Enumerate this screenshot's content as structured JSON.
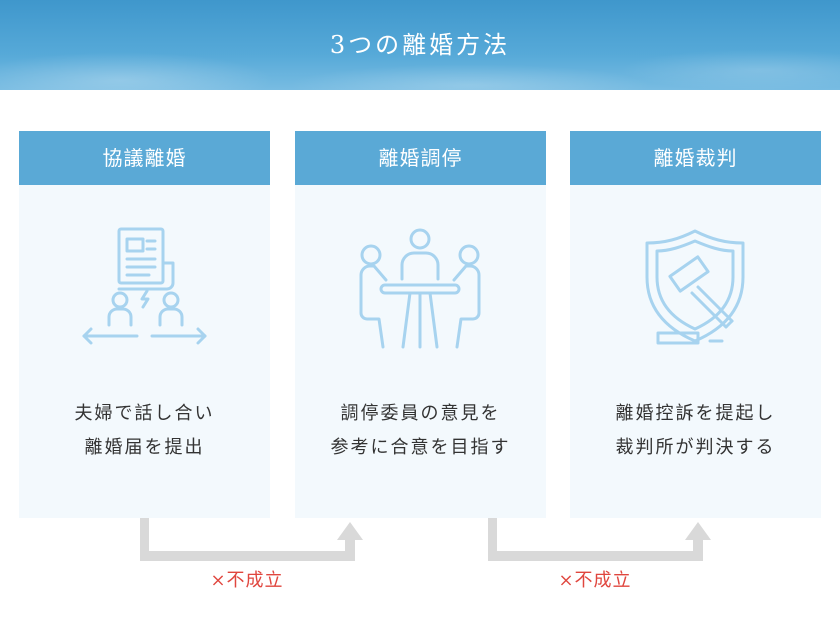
{
  "header": {
    "title": "3つの離婚方法"
  },
  "methods": [
    {
      "title": "協議離婚",
      "icon": "document-and-two-people-icon",
      "desc_line1": "夫婦で話し合い",
      "desc_line2": "離婚届を提出"
    },
    {
      "title": "離婚調停",
      "icon": "people-meeting-at-table-icon",
      "desc_line1": "調停委員の意見を",
      "desc_line2": "参考に合意を目指す"
    },
    {
      "title": "離婚裁判",
      "icon": "gavel-on-shield-icon",
      "desc_line1": "離婚控訴を提起し",
      "desc_line2": "裁判所が判決する"
    }
  ],
  "transitions": [
    {
      "label": "×不成立"
    },
    {
      "label": "×不成立"
    }
  ],
  "colors": {
    "header_bg": "#4a9fd1",
    "card_head_bg": "#5aa9d6",
    "card_bg": "#f3f9fd",
    "icon_stroke": "#a7d3ef",
    "arrow": "#d9d9d9",
    "fail_text": "#e0463e"
  }
}
